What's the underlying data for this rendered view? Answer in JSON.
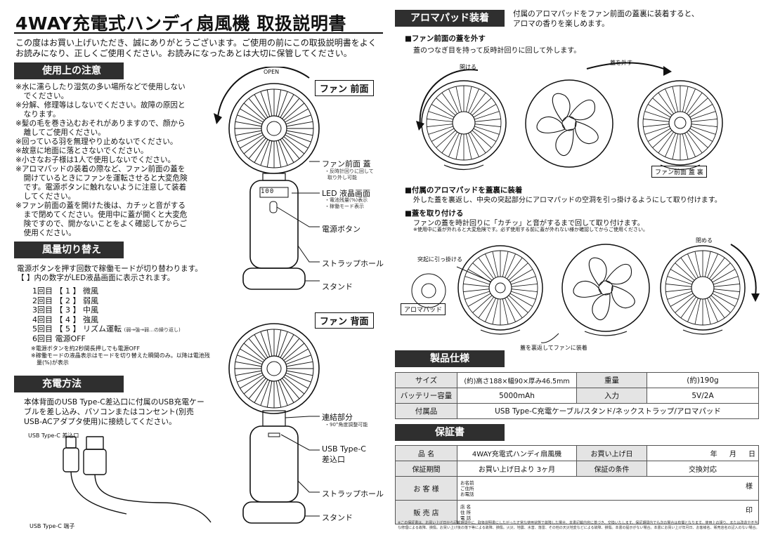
{
  "header": {
    "title": "4WAY充電式ハンディ扇風機 取扱説明書",
    "intro": "この度はお買い上げいただき、誠にありがとうございます。ご使用の前にこの取扱説明書をよくお読みになり、正しくご使用ください。お読みになったあとは大切に保管してください。"
  },
  "caution": {
    "heading": "使用上の注意",
    "items": [
      "※水に濡らしたり湿気の多い場所などで使用しないでください。",
      "※分解、修理等はしないでください。故障の原因となります。",
      "※髪の毛を巻き込むおそれがありますので、顔から離してご使用ください。",
      "※回っている羽を無理やり止めないでください。",
      "※故意に地面に落とさないでください。",
      "※小さなお子様は1人で使用しないでください。",
      "※アロマパッドの装着の際など、ファン前面の蓋を開けているときにファンを運転させると大変危険です。電源ボタンに触れないように注意して装着してください。",
      "※ファン前面の蓋を開けた後は、カチッと音がするまで閉めてください。使用中に蓋が開くと大変危険ですので、開かないことをよく確認してからご使用ください。"
    ]
  },
  "wind": {
    "heading": "風量切り替え",
    "desc1": "電源ボタンを押す回数で稼働モードが切り替わります。",
    "desc2": "【 】内の数字がLED液晶画面に表示されます。",
    "modes": [
      "1回目 【 1 】 微風",
      "2回目 【 2 】 弱風",
      "3回目 【 3 】 中風",
      "4回目 【 4 】 強風",
      "5回目 【 5 】 リズム運転",
      "6回目 電源OFF"
    ],
    "rhythm_note": "(弱→強→弱…の繰り返し)",
    "note1": "※電源ボタンを約2秒間長押しでも電源OFF",
    "note2": "※稼働モードの液晶表示はモードを切り替えた瞬間のみ。以降は電池残量(%)が表示"
  },
  "charge": {
    "heading": "充電方法",
    "text": "本体背面のUSB Type-C差込口に付属のUSB充電ケーブルを差し込み、パソコンまたはコンセント(別売USB-ACアダプタ使用)に接続してください。",
    "label_port": "USB Type-C 差込口",
    "label_plug": "USB Type-C 端子"
  },
  "diagram": {
    "open": "OPEN",
    "front_title": "ファン 前面",
    "back_title": "ファン 背面",
    "front_cover": "ファン前面 蓋",
    "front_cover_note1": "・反時計回りに回して",
    "front_cover_note2": "取り外し可能",
    "led": "LED 液晶画面",
    "led_display": "100",
    "led_note1": "・電池残量(%)表示",
    "led_note2": "・稼働モード表示",
    "power": "電源ボタン",
    "strap": "ストラップホール",
    "stand": "スタンド",
    "joint": "連結部分",
    "joint_note": "・90°角度調整可能",
    "usb_port": "USB Type-C",
    "usb_port2": "差込口",
    "strap2": "ストラップホール",
    "stand2": "スタンド"
  },
  "aroma": {
    "heading": "アロマパッド装着",
    "intro1": "付属のアロマパッドをファン前面の蓋裏に装着すると、",
    "intro2": "アロマの香りを楽しめます。",
    "step1_title": "■ファン前面の蓋を外す",
    "step1_desc": "蓋のつなぎ目を持って反時計回りに回して外します。",
    "open_label": "開ける",
    "remove_label": "蓋を外す",
    "cover_back": "ファン前面 蓋 裏",
    "step2_title": "■付属のアロマパッドを蓋裏に装着",
    "step2_desc": "外した蓋を裏返し、中央の突起部分にアロマパッドの空洞を引っ掛けるようにして取り付けます。",
    "step3_title": "■蓋を取り付ける",
    "step3_desc": "ファンの蓋を時計回りに「カチッ」と音がするまで回して取り付けます。",
    "step3_note": "※使用中に蓋が外れると大変危険です。必ず使用する前に蓋が外れない様か確認してからご使用ください。",
    "hook_label": "突起に引っ掛ける",
    "pad_label": "アロマパッド",
    "close_label": "閉める",
    "flip_label": "蓋を裏返してファンに装着"
  },
  "spec": {
    "heading": "製品仕様",
    "rows": [
      [
        "サイズ",
        "(約)高さ188×幅90×厚み46.5mm",
        "重量",
        "(約)190g"
      ],
      [
        "バッテリー容量",
        "5000mAh",
        "入力",
        "5V/2A"
      ],
      [
        "付属品",
        "USB Type-C充電ケーブル/スタンド/ネックストラップ/アロマパッド"
      ]
    ]
  },
  "warranty": {
    "heading": "保証書",
    "product_label": "品 名",
    "product_value": "4WAY充電式ハンディ扇風機",
    "date_label": "お買い上げ日",
    "date_value": "年 月 日",
    "period_label": "保証期間",
    "period_value": "お買い上げ日より 3ヶ月",
    "cond_label": "保証の条件",
    "cond_value": "交換対応",
    "customer_label": "お 客 様",
    "customer_fields": [
      "お名前",
      "ご住所",
      "お電話"
    ],
    "customer_suffix": "様",
    "shop_label": "販 売 店",
    "shop_fields": [
      "店 名",
      "住 所",
      "電 話"
    ],
    "shop_suffix": "印",
    "footnote": "※この保証書は、お買い上げ日から記載期間中に、取扱説明書にしたがった正常な使用状態で故障した場合、本書記載内容に基づき、交換いたします。保証期間内でも次の場合は有償となります。使用上の誤り、または改造や不当な修理による故障、損傷。お買い上げ後の落下等による故障、損傷。火災、地震、水害、落雷、その他の天災地変などによる故障、損傷。本書の提示がない場合。本書にお買い上げ年月日、お客様名、販売店名の記入のない場合。"
  }
}
